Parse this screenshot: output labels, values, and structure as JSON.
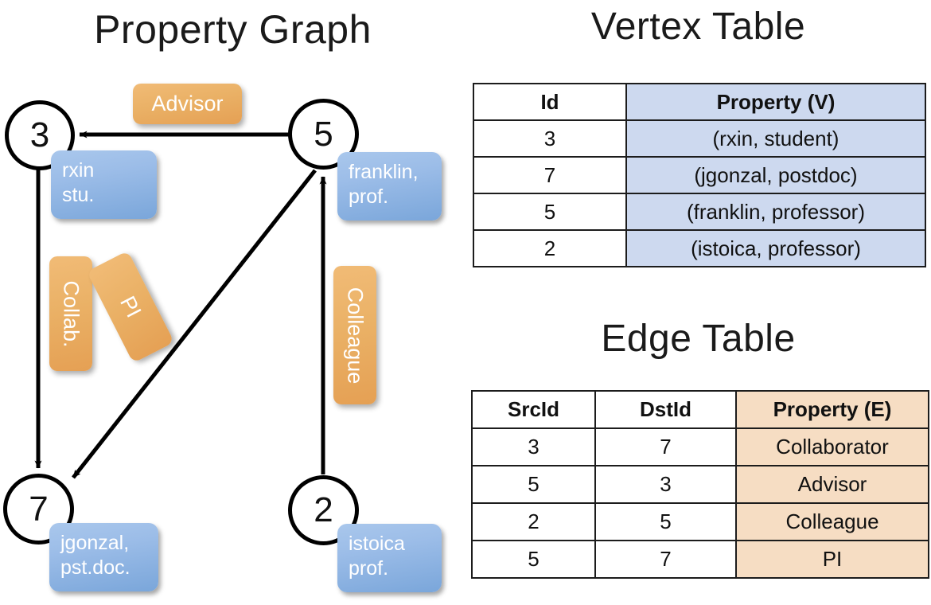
{
  "titles": {
    "property_graph": "Property Graph",
    "vertex_table": "Vertex Table",
    "edge_table": "Edge Table"
  },
  "colors": {
    "vertex_property_fill": "#cdd9ef",
    "edge_property_fill": "#f6ddc3",
    "vertex_box": "#9cbde8",
    "edge_box": "#eab166",
    "border": "#1c1c1c"
  },
  "graph": {
    "nodes": [
      {
        "id": "3",
        "label": "3",
        "property_line1": "rxin",
        "property_line2": "stu."
      },
      {
        "id": "5",
        "label": "5",
        "property_line1": "franklin,",
        "property_line2": "prof."
      },
      {
        "id": "7",
        "label": "7",
        "property_line1": "jgonzal,",
        "property_line2": "pst.doc."
      },
      {
        "id": "2",
        "label": "2",
        "property_line1": "istoica",
        "property_line2": "prof."
      }
    ],
    "edge_labels": [
      {
        "name": "advisor",
        "text": "Advisor"
      },
      {
        "name": "collab",
        "text": "Collab."
      },
      {
        "name": "pi",
        "text": "PI"
      },
      {
        "name": "colleague",
        "text": "Colleague"
      }
    ]
  },
  "vertex_table": {
    "headers": [
      "Id",
      "Property (V)"
    ],
    "rows": [
      {
        "id": "3",
        "property": "(rxin, student)"
      },
      {
        "id": "7",
        "property": "(jgonzal, postdoc)"
      },
      {
        "id": "5",
        "property": "(franklin, professor)"
      },
      {
        "id": "2",
        "property": "(istoica, professor)"
      }
    ]
  },
  "edge_table": {
    "headers": [
      "SrcId",
      "DstId",
      "Property (E)"
    ],
    "rows": [
      {
        "src": "3",
        "dst": "7",
        "property": "Collaborator"
      },
      {
        "src": "5",
        "dst": "3",
        "property": "Advisor"
      },
      {
        "src": "2",
        "dst": "5",
        "property": "Colleague"
      },
      {
        "src": "5",
        "dst": "7",
        "property": "PI"
      }
    ]
  }
}
